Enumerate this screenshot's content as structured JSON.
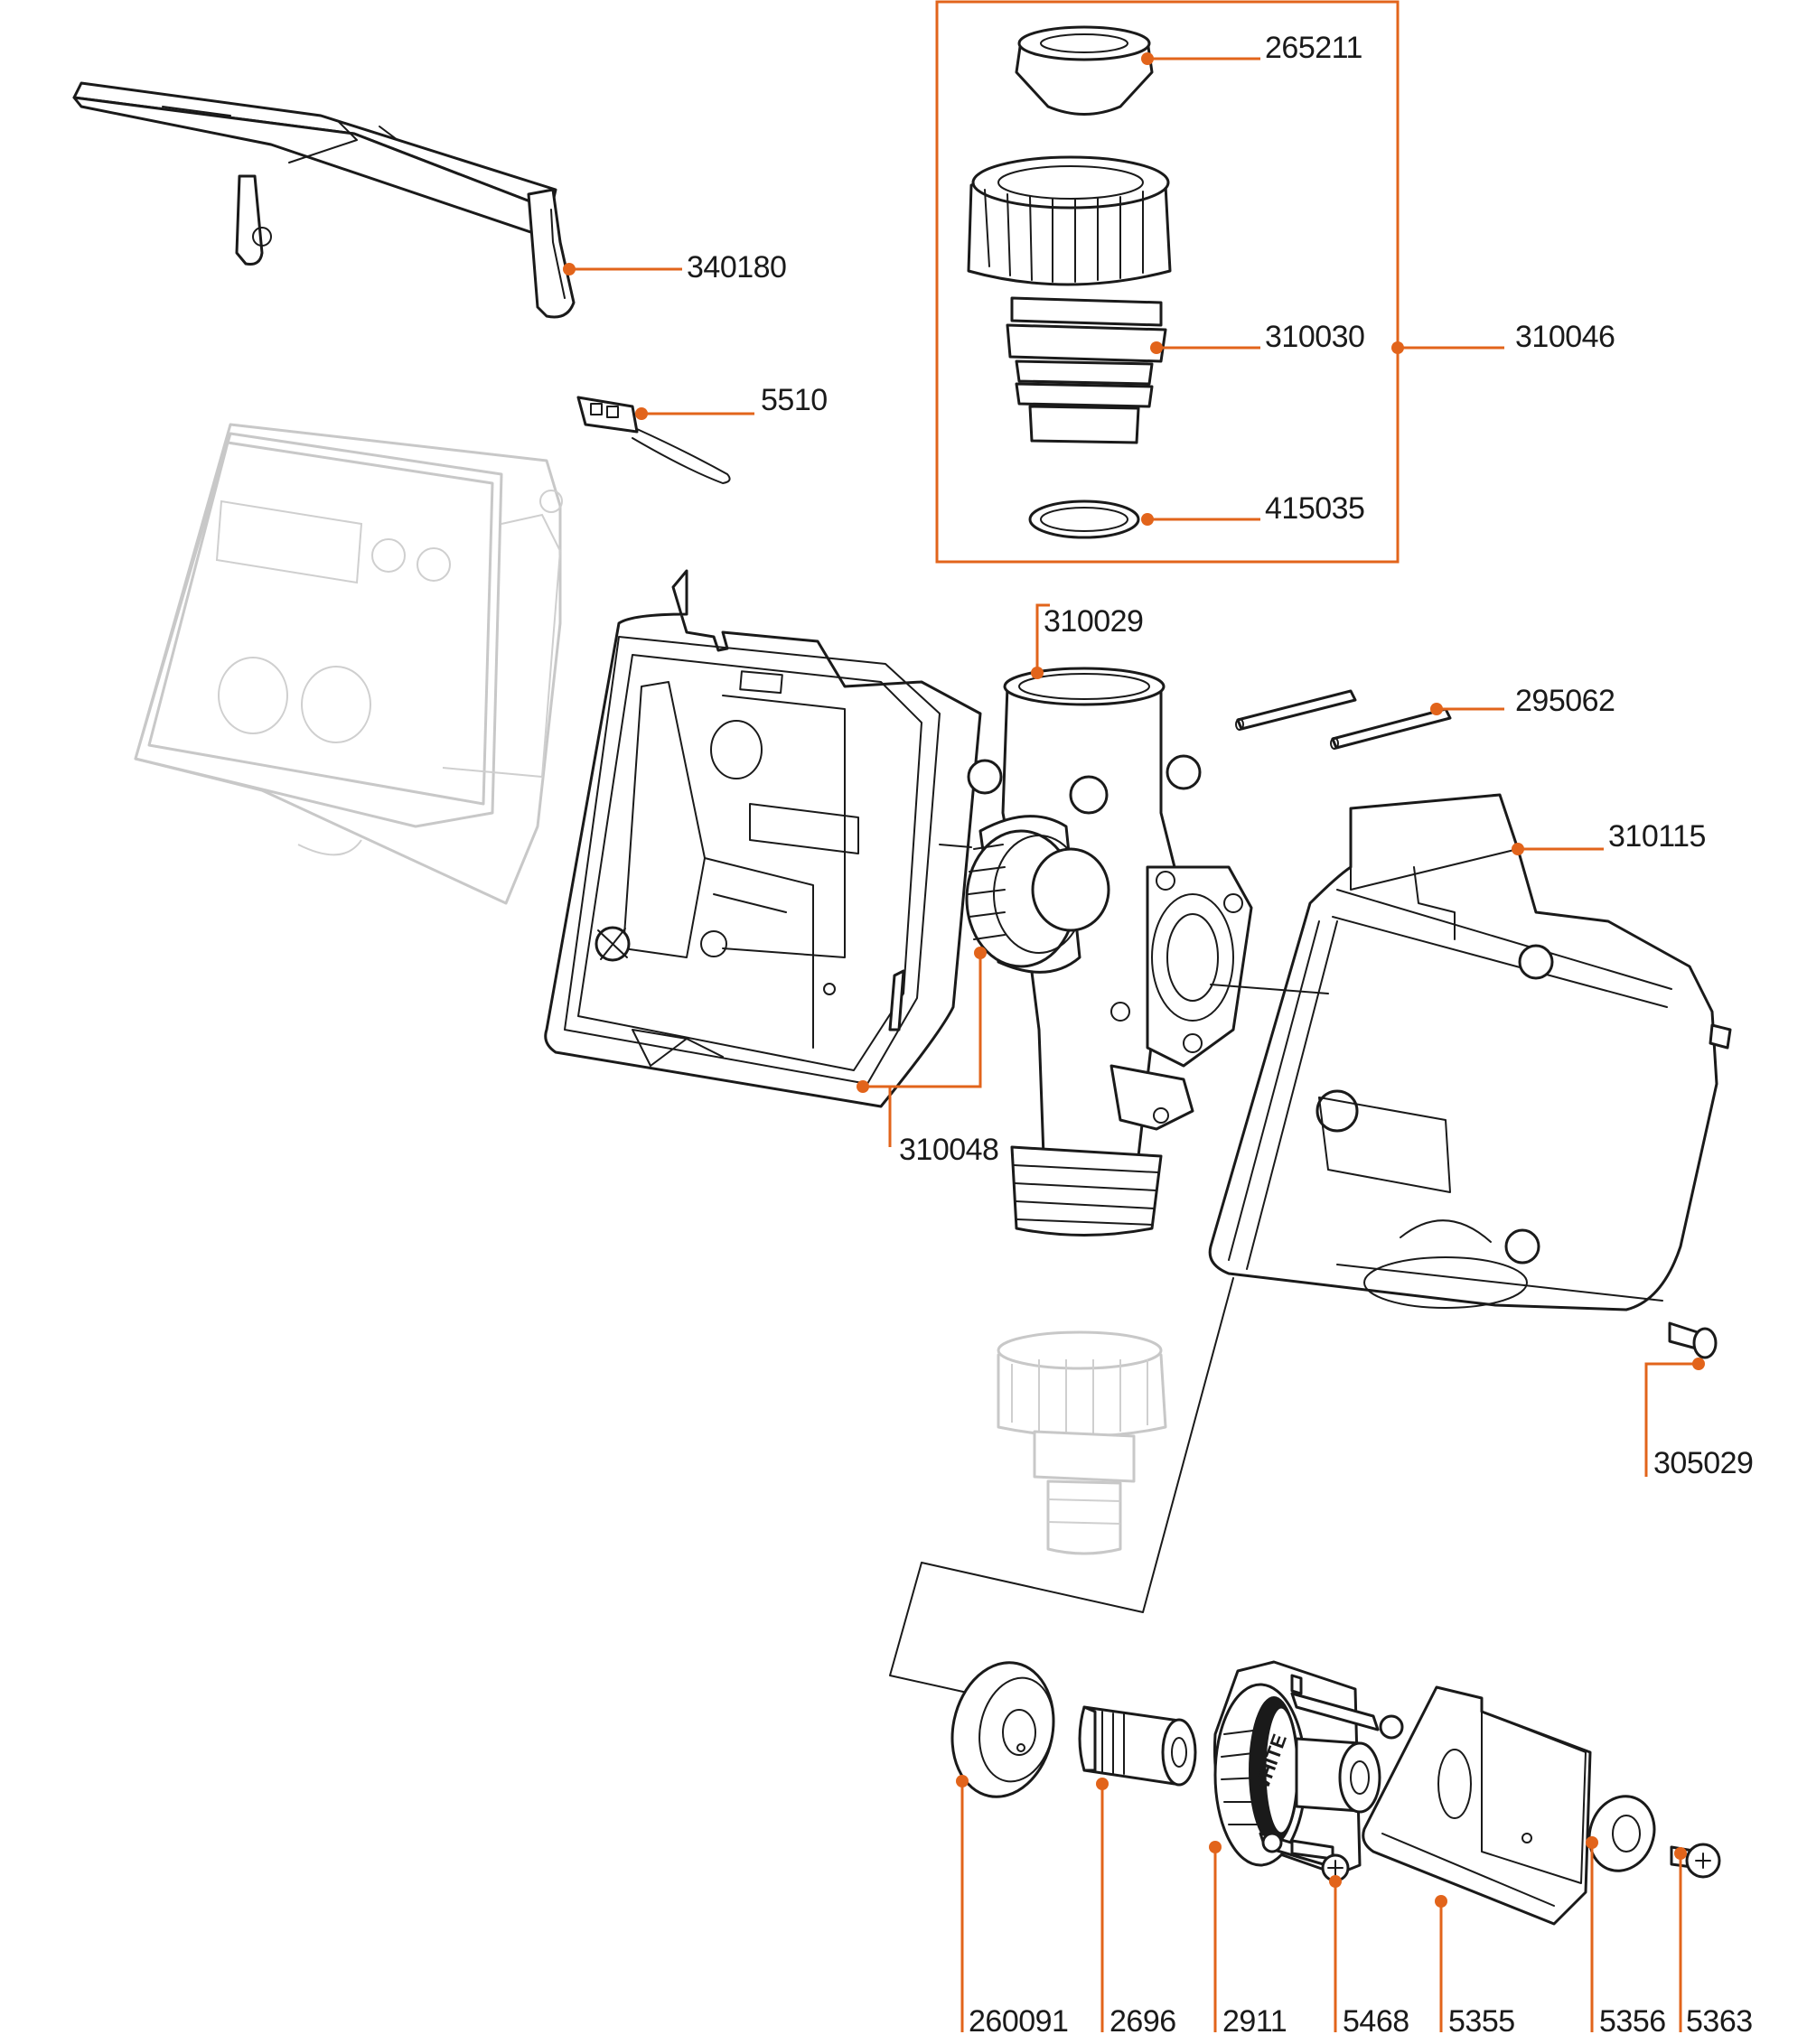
{
  "accent_color": "#e2641b",
  "line_color": "#1a1a1a",
  "parts": {
    "cover_lid": "340180",
    "connector_plug": "5510",
    "seal_cap": "265211",
    "tap_connector": "310030",
    "connector_set": "310046",
    "o_ring": "415035",
    "valve_body": "310029",
    "pins": "295062",
    "rear_housing": "310115",
    "front_housing": "310048",
    "screw_small": "305029",
    "diaphragm": "260091",
    "plunger": "2696",
    "solenoid": "2911",
    "solenoid_screws": "5468",
    "bracket": "5355",
    "washer": "5356",
    "screw": "5363"
  },
  "solenoid_marking": "WHITE"
}
